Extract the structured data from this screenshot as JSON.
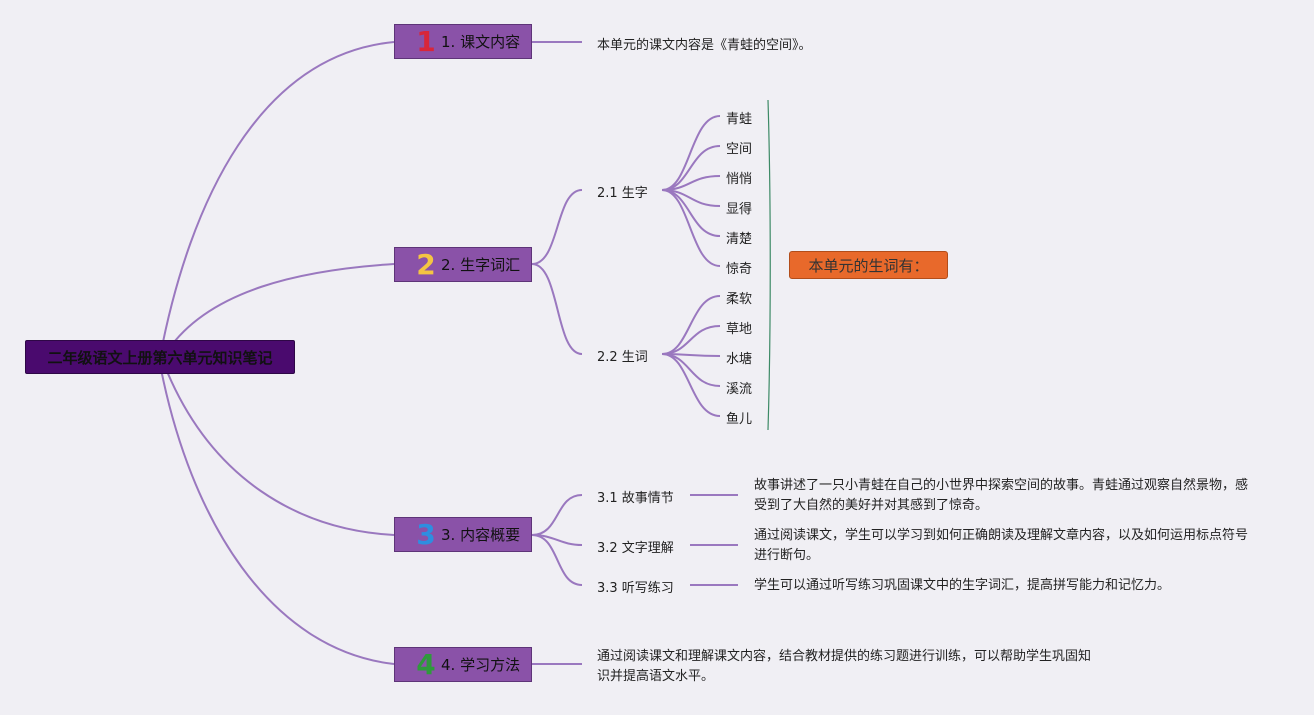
{
  "root": {
    "title": "二年级语文上册第六单元知识笔记"
  },
  "branches": [
    {
      "number": "1",
      "number_color": "#d8263a",
      "label": "1. 课文内容"
    },
    {
      "number": "2",
      "number_color": "#f4c542",
      "label": "2. 生字词汇"
    },
    {
      "number": "3",
      "number_color": "#2e8ee0",
      "label": "3. 内容概要"
    },
    {
      "number": "4",
      "number_color": "#2f9a3c",
      "label": "4. 学习方法"
    }
  ],
  "content_summary": "本单元的课文内容是《青蛙的空间》。",
  "vocab": {
    "chars_label": "2.1 生字",
    "chars": [
      "青蛙",
      "空间",
      "悄悄",
      "显得",
      "清楚",
      "惊奇"
    ],
    "words_label": "2.2 生词",
    "words": [
      "柔软",
      "草地",
      "水塘",
      "溪流",
      "鱼儿"
    ],
    "callout": "本单元的生词有："
  },
  "overview": [
    {
      "label": "3.1 故事情节",
      "text": "故事讲述了一只小青蛙在自己的小世界中探索空间的故事。青蛙通过观察自然景物，感受到了大自然的美好并对其感到了惊奇。"
    },
    {
      "label": "3.2 文字理解",
      "text": "通过阅读课文，学生可以学习到如何正确朗读及理解文章内容，以及如何运用标点符号进行断句。"
    },
    {
      "label": "3.3 听写练习",
      "text": "学生可以通过听写练习巩固课文中的生字词汇，提高拼写能力和记忆力。"
    }
  ],
  "method": {
    "text": "通过阅读课文和理解课文内容，结合教材提供的练习题进行训练，可以帮助学生巩固知识并提高语文水平。"
  },
  "colors": {
    "line": "#9a78bf",
    "root_bg": "#4a0a6e",
    "branch_bg": "#8a52a8",
    "callout_bg": "#e8692b",
    "bracket": "#3d8a66",
    "background": "#f0eff4"
  }
}
